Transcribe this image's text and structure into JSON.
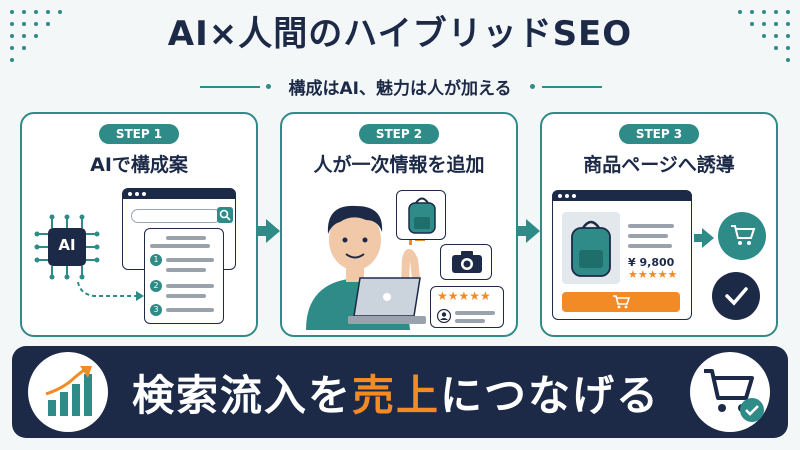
{
  "header": {
    "title": "AI×人間のハイブリッドSEO",
    "subtitle": "構成はAI、魅力は人が加える"
  },
  "steps": [
    {
      "badge": "STEP 1",
      "title": "AIで構成案",
      "chip_label": "AI"
    },
    {
      "badge": "STEP 2",
      "title": "人が一次情報を追加"
    },
    {
      "badge": "STEP 3",
      "title": "商品ページへ誘導",
      "price": "¥ 9,800"
    }
  ],
  "list_numbers": [
    "1",
    "2",
    "3"
  ],
  "bottom": {
    "text_before": "検索流入を",
    "text_highlight": "売上",
    "text_after": "につなげる"
  },
  "icons": {
    "chip": "ai-chip-icon",
    "search": "search-icon",
    "bag": "backpack-icon",
    "camera": "camera-icon",
    "user": "user-icon",
    "cart": "cart-icon",
    "check": "check-icon",
    "chart": "growth-chart-icon"
  },
  "colors": {
    "navy": "#1c2a48",
    "teal": "#2e8b88",
    "orange": "#f28a26",
    "background": "#f4f7f7"
  },
  "rating_stars": 5
}
